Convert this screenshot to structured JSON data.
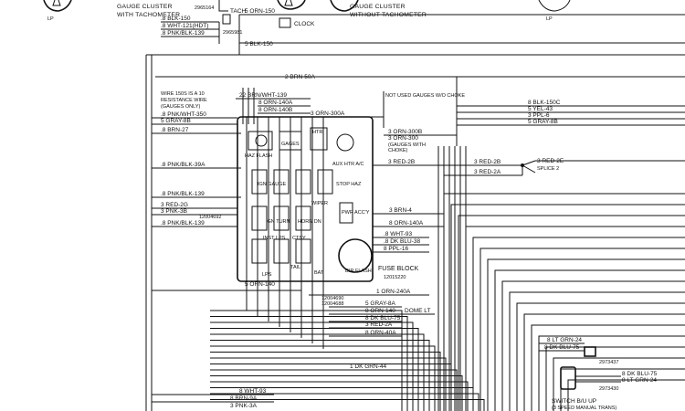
{
  "header": {
    "left_title": "GAUGE CLUSTER",
    "left_subtitle": "WITH TACHOMETER",
    "right_title": "GAUGE CLUSTER",
    "right_subtitle": "WITHOUT TACHOMETER",
    "lp_left": "LP",
    "lp_right": "LP",
    "tach": "TACH",
    "clock": "CLOCK",
    "part1": "2965164",
    "part2": "2965981"
  },
  "top_wires": {
    "orn150": "5 ORN-150",
    "blk150a": ".8 BLK-150",
    "wht121": ".8 WHT-121(HDT)",
    "pnkblk139": ".8 PNK/BLK-139",
    "blk150b": "5 BLK-150"
  },
  "left_wires": {
    "brn50a": "2 BRN-50A",
    "brnwht139": "22 BRN/WHT-139",
    "orn140a": "8 ORN-140A",
    "orn140b": "8 ORN-140B",
    "note_l1": "WIRE 150S IS A 10",
    "note_l2": "RESISTANCE WIRE",
    "note_l3": "(GAUGES ONLY)",
    "pnkwht350": ".8 PNK/WHT-350",
    "gray8b": "5 GRAY-8B",
    "brn27": ".8 BRN-27",
    "pnkblk39a": ".8 PNK/BLK-39A",
    "pnkblk139": ".8 PNK/BLK-139",
    "red2g": "3 RED-2G",
    "pnk3b": "3 PNK-3B",
    "pnkblk139b": ".8 PNK/BLK-139",
    "part_side": "12004692",
    "orn140": "5 ORN-140"
  },
  "fuse_block": {
    "haz_flash": "HAZ FLASH",
    "htr": "HTR",
    "gages": "GAGES",
    "ign_gauge": "IGN GAUGE",
    "auxhtr": "AUX HTR A/C",
    "stop_haz": "STOP HAZ",
    "wiper": "WIPER",
    "pwr_acc": "PWR ACC'Y",
    "ign_turn": "IGN TURN",
    "horn_dn": "HORN DN",
    "inst_lps": "INST LPS",
    "ctsy": "CTSY",
    "lps": "LPS",
    "tail": "TAIL",
    "bat": "BAT",
    "dir_flash": "DIR FLASH",
    "title": "FUSE BLOCK",
    "part": "12015220"
  },
  "center_wires": {
    "orn300a": "3 ORN-300A",
    "not_used": "NOT USED GAUGES W/O CHOKE",
    "orn300b": "3 ORN-300B",
    "orn300": "3 ORN-300",
    "gauges_choke1": "(GAUGES WITH",
    "gauges_choke2": "CHOKE)",
    "red2b": "3 RED-2B",
    "brn4": "3 BRN-4",
    "orn140a": "8 ORN-140A",
    "wht93": ".8 WHT-93",
    "dkblu38": ".8 DK BLU-38",
    "ppl16": "8 PPL-16",
    "orn240a": "1 ORN-240A",
    "gray8a": "5 GRAY-8A",
    "orn140dome": "8 ORN-140",
    "dome_lt": "DOME LT",
    "dkblu75": "8 DK BLU-75",
    "red2a": "3 RED-2A",
    "orn40a": "8 ORN-40A",
    "dkgrn44": "1 DK GRN-44",
    "part_a": "12004690",
    "part_b": "12004688"
  },
  "right_wires": {
    "blk150c": "8 BLK-150C",
    "yel43": "5 YEL-43",
    "ppl6": "3 PPL-6",
    "gray8b": "5 GRAY-8B",
    "red2b": "3 RED-2B",
    "red2e": "3 RED-2E",
    "red2a": "3 RED-2A",
    "splice": "SPLICE 2",
    "ltgrn24": "8 LT GRN-24",
    "dkblu75": "8 DK BLU-75",
    "part_r1": "2973437",
    "dkblu75b": "8 DK BLU-75",
    "ltgrn24b": "8 LT GRN-24",
    "part_r2": "2973430",
    "switch1": "SWITCH B/U UP",
    "switch2": "(3 SPEED MANUAL TRANS)"
  },
  "bottom_wires": {
    "wht93": "8 WHT-93",
    "brn9a": "8 BRN-9A",
    "pnk3a": "3 PNK-3A"
  }
}
